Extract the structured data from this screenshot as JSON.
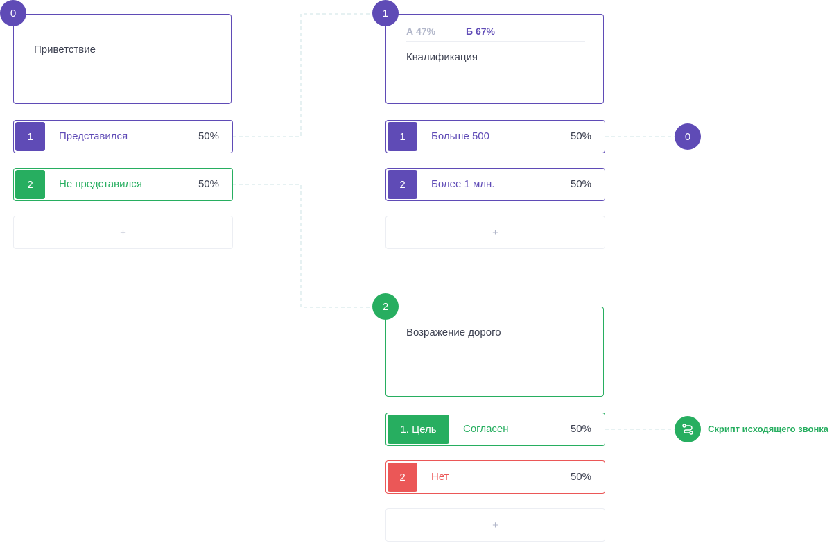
{
  "colors": {
    "purple": "#5f4bb6",
    "green": "#27ae60",
    "red": "#eb5757",
    "muted": "#b1b6c9",
    "text": "#3d4151",
    "connector": "#cde3e4"
  },
  "add_label": "+",
  "nodes": [
    {
      "badge": "0",
      "title": "Приветствие",
      "answers": [
        {
          "num": "1",
          "label": "Представился",
          "pct": "50%"
        },
        {
          "num": "2",
          "label": "Не представился",
          "pct": "50%"
        }
      ]
    },
    {
      "badge": "1",
      "ab_test": {
        "a": "А 47%",
        "b": "Б 67%"
      },
      "title": "Квалификация",
      "answers": [
        {
          "num": "1",
          "label": "Больше 500",
          "pct": "50%"
        },
        {
          "num": "2",
          "label": "Более 1 млн.",
          "pct": "50%"
        }
      ]
    },
    {
      "badge": "2",
      "title": "Возражение дорого",
      "answers": [
        {
          "num": "1. Цель",
          "label": "Согласен",
          "pct": "50%"
        },
        {
          "num": "2",
          "label": "Нет",
          "pct": "50%"
        }
      ]
    }
  ],
  "link_target_badge": "0",
  "script_link": {
    "icon": "script-flow-icon",
    "label": "Скрипт исходящего звонка"
  }
}
